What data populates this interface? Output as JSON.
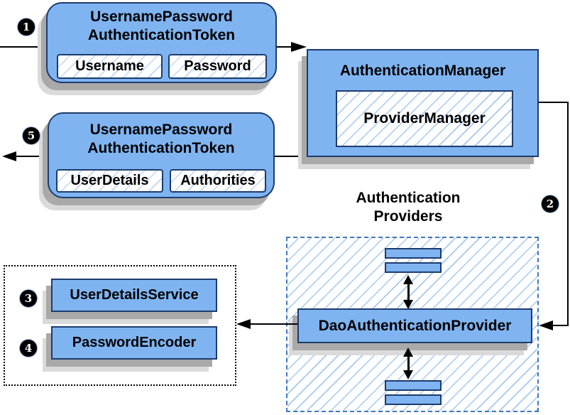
{
  "request_token": {
    "step": "1",
    "title_line1": "UsernamePassword",
    "title_line2": "AuthenticationToken",
    "field1": "Username",
    "field2": "Password"
  },
  "response_token": {
    "step": "5",
    "title_line1": "UsernamePassword",
    "title_line2": "AuthenticationToken",
    "field1": "UserDetails",
    "field2": "Authorities"
  },
  "auth_manager": {
    "title": "AuthenticationManager",
    "inner_box": "ProviderManager"
  },
  "providers": {
    "step": "2",
    "heading_line1": "Authentication",
    "heading_line2": "Providers",
    "main_provider": "DaoAuthenticationProvider"
  },
  "services": {
    "user_details_service": {
      "step": "3",
      "label": "UserDetailsService"
    },
    "password_encoder": {
      "step": "4",
      "label": "PasswordEncoder"
    }
  },
  "colors": {
    "box_fill": "#7fb4f1",
    "box_border": "#1c3c6e",
    "hatch_line": "#a5c8f0",
    "providers_dashed_border": "#4377bd",
    "services_dotted_border": "#000000",
    "shadow_dark": "#a9a9a9",
    "shadow_light": "#dadada",
    "connector": "#000000",
    "step_badge_bg": "#000000",
    "step_badge_text": "#ffffff"
  }
}
